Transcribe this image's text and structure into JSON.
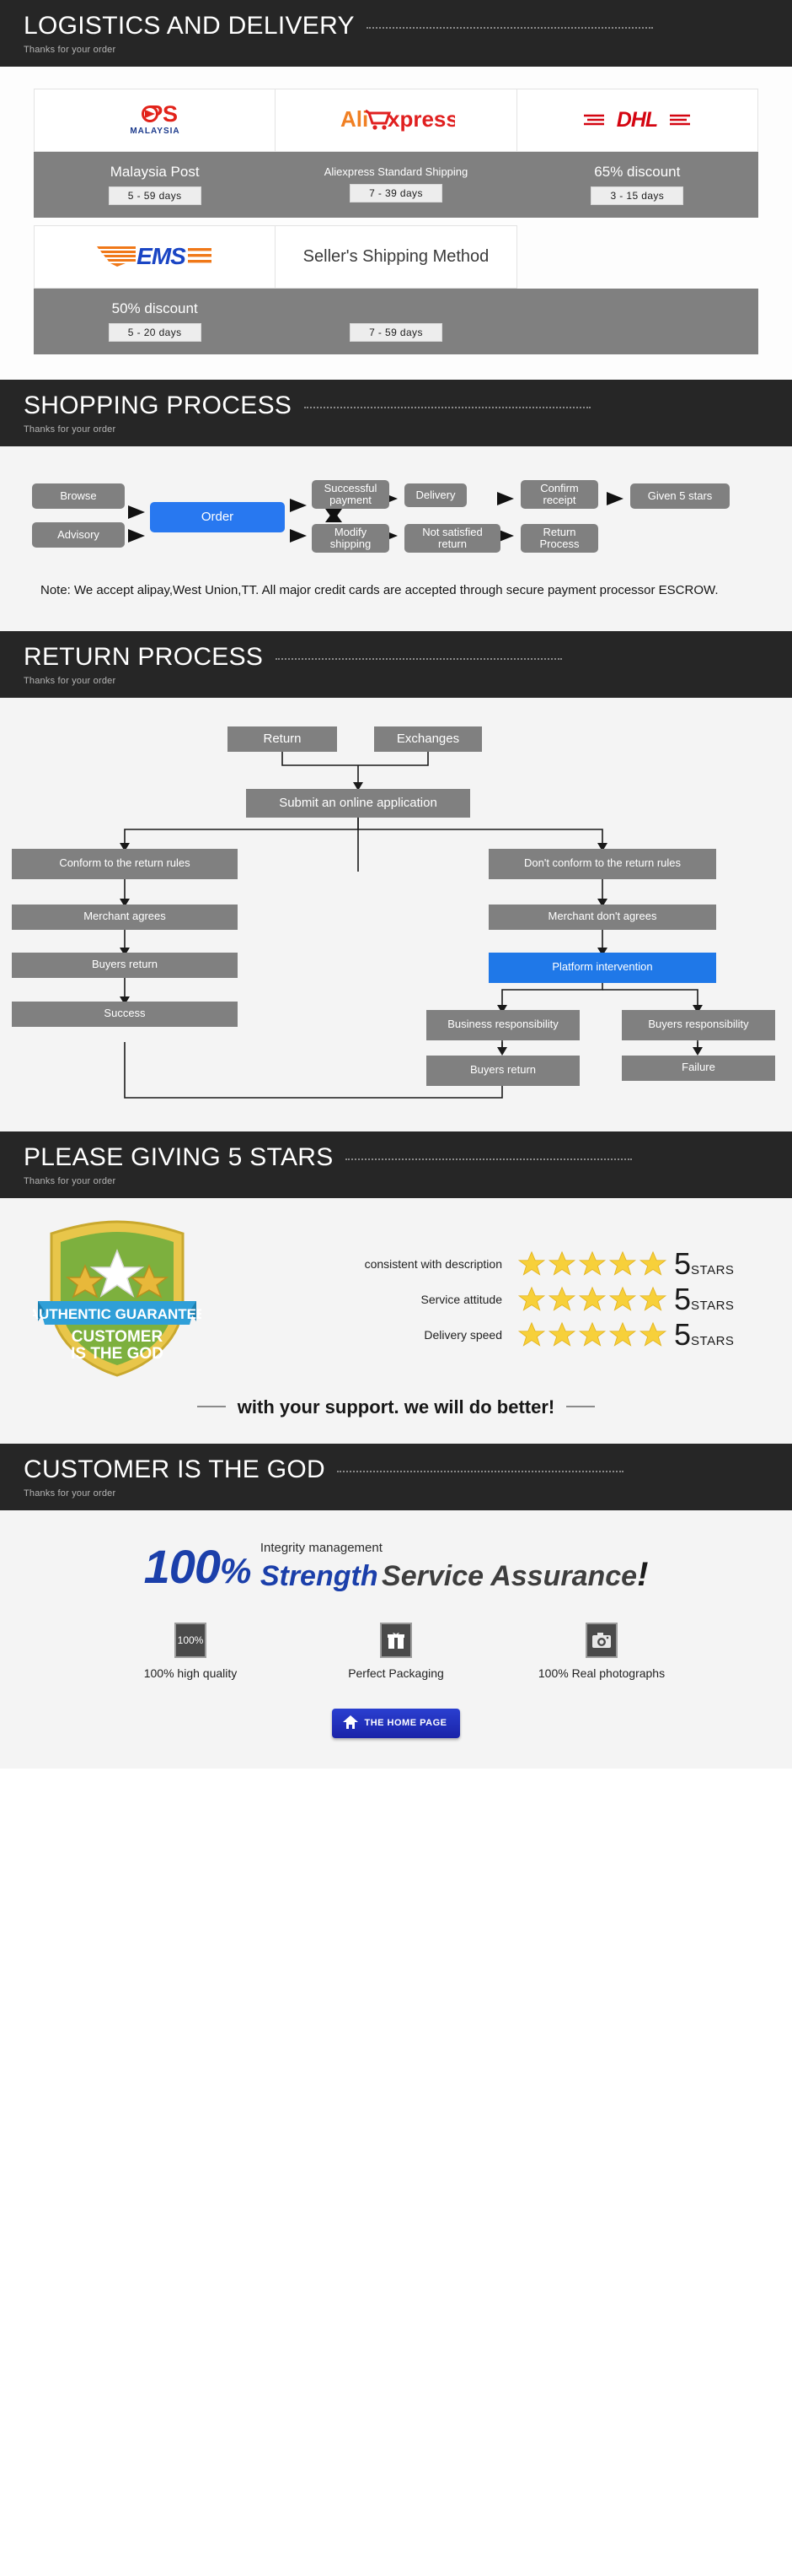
{
  "sections": {
    "logistics": {
      "title": "LOGISTICS AND DELIVERY",
      "subtitle": "Thanks for your order",
      "carriers": [
        {
          "logo": "pos-malaysia-logo",
          "name": "Malaysia Post",
          "days": "5 - 59  days"
        },
        {
          "logo": "aliexpress-logo",
          "name": "Aliexpress Standard Shipping",
          "days": "7 - 39  days"
        },
        {
          "logo": "dhl-logo",
          "name": "65% discount",
          "days": "3 - 15  days"
        },
        {
          "logo": "ems-logo",
          "name": "50% discount",
          "days": "5 - 20  days"
        },
        {
          "logo": "sellers-shipping-method-text",
          "name": "Seller's Shipping Method",
          "days": "7 - 59  days"
        },
        {
          "logo": "",
          "name": "",
          "days": ""
        }
      ]
    },
    "shopping": {
      "title": "SHOPPING PROCESS",
      "subtitle": "Thanks for your order",
      "nodes": {
        "browse": "Browse",
        "advisory": "Advisory",
        "order": "Order",
        "successful_payment": "Successful payment",
        "modify_shipping": "Modify shipping",
        "delivery": "Delivery",
        "not_satisfied_return": "Not satisfied return",
        "confirm_receipt": "Confirm receipt",
        "return_process": "Return Process",
        "given_5_stars": "Given 5 stars"
      },
      "note": "Note: We accept alipay,West Union,TT. All major credit cards are accepted through secure payment processor ESCROW."
    },
    "return": {
      "title": "RETURN PROCESS",
      "subtitle": "Thanks for your order",
      "nodes": {
        "return": "Return",
        "exchanges": "Exchanges",
        "submit": "Submit an online application",
        "conform": "Conform to the return rules",
        "dont_conform": "Don't conform to the return rules",
        "merchant_agrees": "Merchant agrees",
        "merchant_dont_agrees": "Merchant don't agrees",
        "buyers_return_left": "Buyers return",
        "platform_intervention": "Platform intervention",
        "success": "Success",
        "business_responsibility": "Business responsibility",
        "buyers_responsibility": "Buyers responsibility",
        "buyers_return_right": "Buyers return",
        "failure": "Failure"
      }
    },
    "stars": {
      "title": "PLEASE GIVING 5 STARS",
      "subtitle": "Thanks for your order",
      "badge": {
        "ribbon": "AUTHENTIC GUARANTEE",
        "line1": "CUSTOMER",
        "line2": "IS THE GOD"
      },
      "ratings": [
        {
          "label": "consistent with description",
          "stars": 5,
          "score": "5",
          "unit": "STARS"
        },
        {
          "label": "Service attitude",
          "stars": 5,
          "score": "5",
          "unit": "STARS"
        },
        {
          "label": "Delivery speed",
          "stars": 5,
          "score": "5",
          "unit": "STARS"
        }
      ],
      "support_text": "with your support. we will do better!"
    },
    "god": {
      "title": "CUSTOMER IS THE GOD",
      "subtitle": "Thanks for your order",
      "hundred": "100",
      "percent": "%",
      "integrity": "Integrity management",
      "strength": "Strength",
      "service_assurance": "Service Assurance",
      "exclaim": "!",
      "features": [
        {
          "icon": "percent-badge-icon",
          "icon_text": "100%",
          "label": "100% high quality"
        },
        {
          "icon": "gift-box-icon",
          "icon_text": "",
          "label": "Perfect Packaging"
        },
        {
          "icon": "camera-icon",
          "icon_text": "",
          "label": "100% Real photographs"
        }
      ],
      "home_button": "THE HOME PAGE"
    }
  },
  "colors": {
    "banner_bg": "#262626",
    "gray_box": "#808080",
    "blue_accent": "#2878f0",
    "section_bg": "#f4f4f4"
  }
}
